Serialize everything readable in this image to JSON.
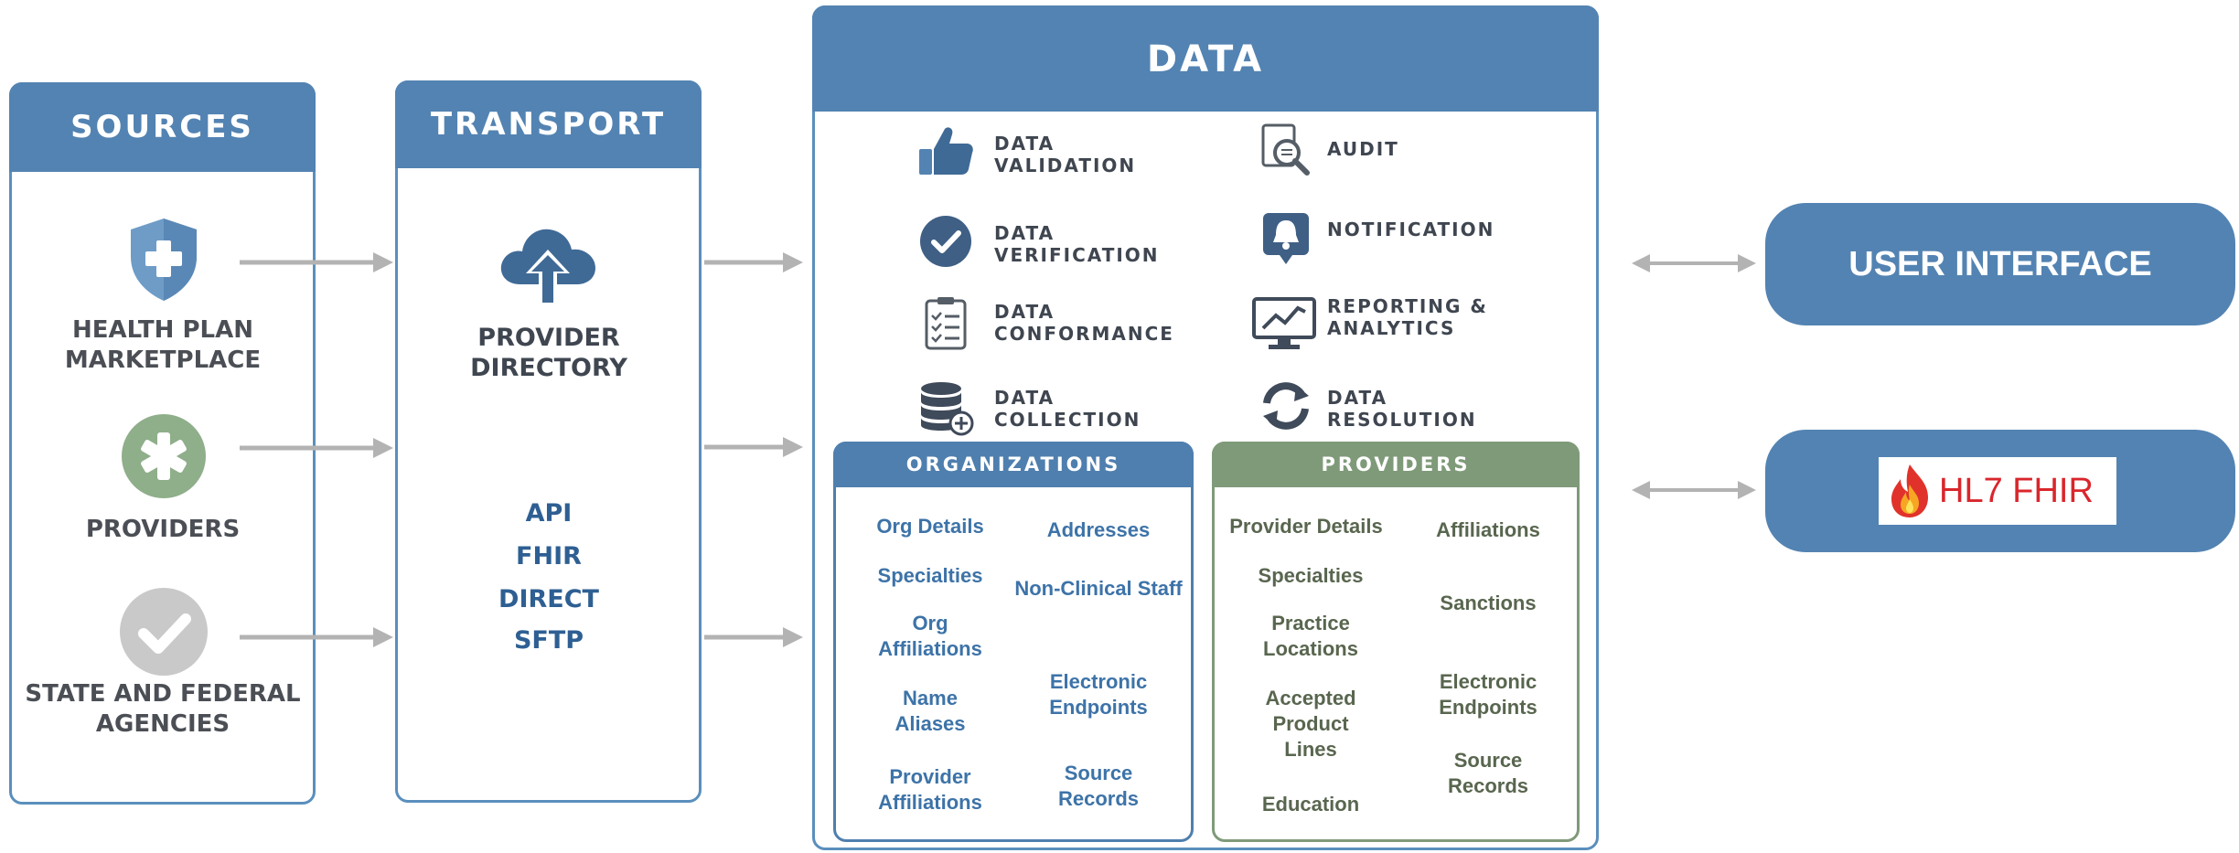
{
  "sources": {
    "title": "SOURCES",
    "items": [
      {
        "label": "HEALTH PLAN MARKETPLACE",
        "icon": "shield-plus-icon"
      },
      {
        "label": "PROVIDERS",
        "icon": "medical-asterisk-icon"
      },
      {
        "label": "STATE AND FEDERAL AGENCIES",
        "icon": "check-circle-icon"
      }
    ]
  },
  "transport": {
    "title": "TRANSPORT",
    "directory_label": "PROVIDER DIRECTORY",
    "icon": "cloud-upload-icon",
    "methods": [
      "API",
      "FHIR",
      "DIRECT",
      "SFTP"
    ]
  },
  "data": {
    "title": "DATA",
    "services": [
      {
        "label": "DATA VALIDATION",
        "icon": "thumbs-up-icon"
      },
      {
        "label": "AUDIT",
        "icon": "audit-magnifier-icon"
      },
      {
        "label": "DATA VERIFICATION",
        "icon": "check-badge-icon"
      },
      {
        "label": "NOTIFICATION",
        "icon": "bell-icon"
      },
      {
        "label": "DATA CONFORMANCE",
        "icon": "checklist-icon"
      },
      {
        "label": "REPORTING & ANALYTICS",
        "icon": "monitor-chart-icon"
      },
      {
        "label": "DATA COLLECTION",
        "icon": "database-plus-icon"
      },
      {
        "label": "DATA RESOLUTION",
        "icon": "refresh-icon"
      }
    ],
    "organizations": {
      "title": "ORGANIZATIONS",
      "col1": [
        "Org Details",
        "Specialties",
        "Org Affiliations",
        "Name Aliases",
        "Provider Affiliations"
      ],
      "col2": [
        "Addresses",
        "Non-Clinical Staff",
        "Electronic Endpoints",
        "Source Records"
      ]
    },
    "providers": {
      "title": "PROVIDERS",
      "col1": [
        "Provider Details",
        "Specialties",
        "Practice Locations",
        "Accepted Product Lines",
        "Education"
      ],
      "col2": [
        "Affiliations",
        "Sanctions",
        "Electronic Endpoints",
        "Source Records"
      ]
    }
  },
  "outputs": {
    "user_interface": "USER INTERFACE",
    "fhir_logo_text": "HL7 FHIR"
  },
  "colors": {
    "header_blue": "#5383b2",
    "provider_green": "#7f9a79",
    "arrow_gray": "#b3b3b3",
    "text_dark": "#4b4f55"
  }
}
